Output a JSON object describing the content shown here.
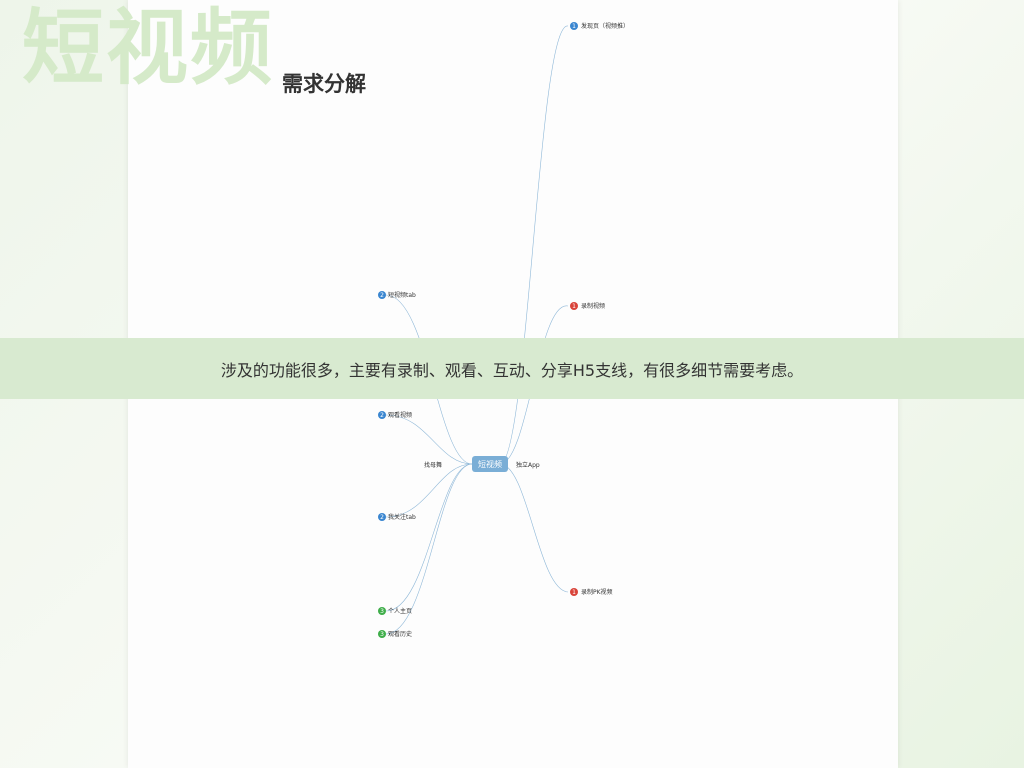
{
  "header": {
    "title": "短视频",
    "subtitle": "需求分解"
  },
  "banner": {
    "text": "涉及的功能很多，主要有录制、观看、互动、分享H5支线，有很多细节需要考虑。"
  },
  "colors": {
    "title": "#d5eac9",
    "banner": "#d8ead0",
    "line": "#8fb8d8",
    "center": "#7aaed6",
    "badge_blue": "#3a86d0",
    "badge_green": "#3fae4a",
    "badge_red": "#d9443a"
  },
  "mindmap": {
    "center": "短视频",
    "left_root": "找母舞",
    "right_root": "独立App",
    "right_branches": [
      {
        "num": "1",
        "label": "发现页（视频推）",
        "badge": "badge_blue"
      },
      {
        "num": "1",
        "label": "录制视频",
        "badge": "badge_red"
      },
      {
        "num": "1",
        "label": "录制PK视频",
        "badge": "badge_red"
      }
    ],
    "left_branches": [
      {
        "num": "2",
        "label": "短视频tab",
        "badge": "badge_blue"
      },
      {
        "num": "2",
        "label": "观看视频",
        "badge": "badge_blue"
      },
      {
        "num": "2",
        "label": "我关注tab",
        "badge": "badge_blue"
      },
      {
        "num": "3",
        "label": "个人主页",
        "badge": "badge_green"
      },
      {
        "num": "3",
        "label": "观看历史",
        "badge": "badge_green"
      }
    ]
  }
}
